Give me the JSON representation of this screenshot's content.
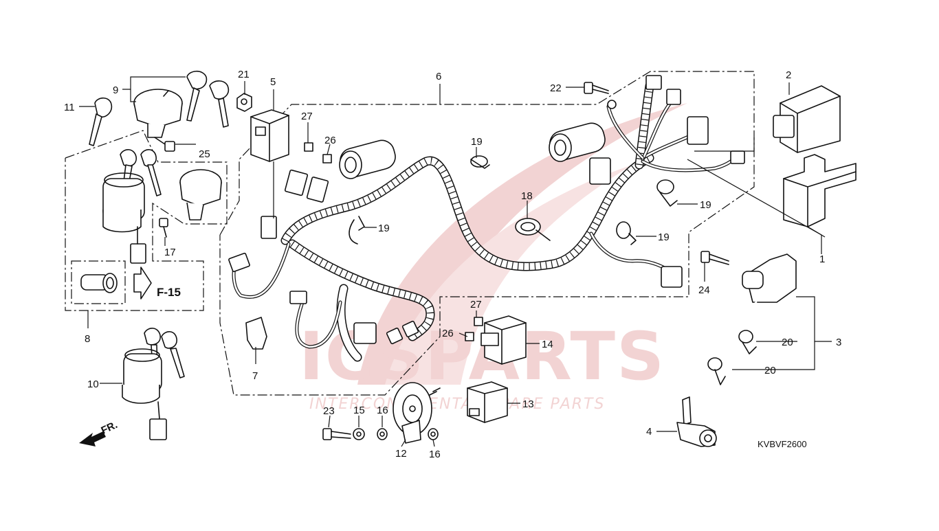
{
  "diagram_code": "KVBVF2600",
  "reference_label": "F-15",
  "watermark": {
    "brand": "ICSPARTS",
    "tagline": "INTERCONTINENTAL SPARE PARTS",
    "color": "#e8b0b0"
  },
  "callouts": [
    "1",
    "2",
    "3",
    "4",
    "5",
    "6",
    "7",
    "8",
    "9",
    "10",
    "11",
    "12",
    "13",
    "14",
    "15",
    "16",
    "16",
    "17",
    "18",
    "19",
    "19",
    "19",
    "19",
    "20",
    "20",
    "21",
    "22",
    "23",
    "24",
    "25",
    "26",
    "26",
    "27",
    "27"
  ],
  "orientation_label": "FR.",
  "colors": {
    "line": "#111111",
    "background": "#ffffff",
    "watermark": "#e8b0b0"
  }
}
